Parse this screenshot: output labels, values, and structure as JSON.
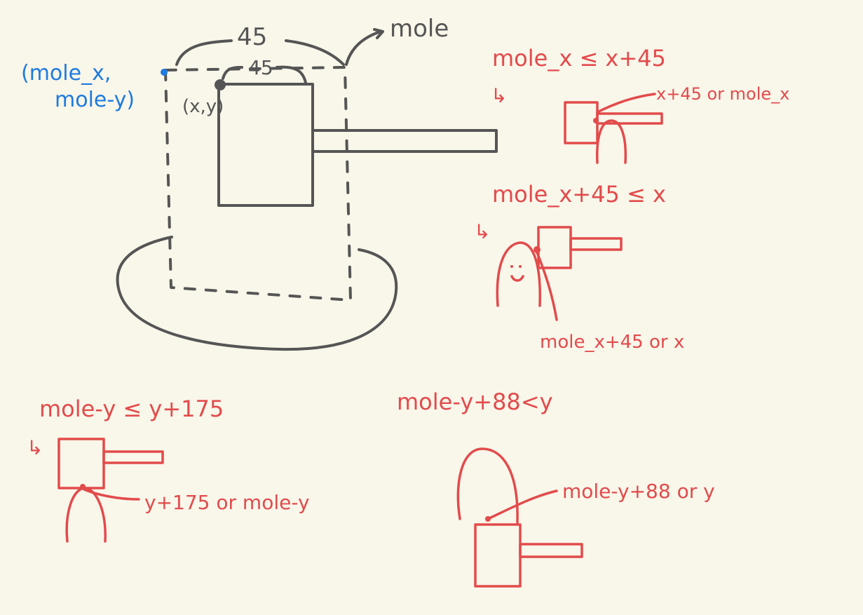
{
  "colors": {
    "background": "#f9f6ea",
    "ink_gray": "#555555",
    "ink_blue": "#1e7be0",
    "ink_red": "#e24b4b"
  },
  "main_diagram": {
    "mole_label": "mole",
    "mole_width_label": "45",
    "hammer_width_label": "45",
    "mole_coord_line1": "(mole_x,",
    "mole_coord_line2": "mole-y)",
    "hammer_coord": "(x,y)"
  },
  "case1": {
    "condition": "mole_x ≤ x+45",
    "arrow": "↳",
    "point_label": "x+45 or mole_x"
  },
  "case2": {
    "condition": "mole_x+45 ≤ x",
    "arrow": "↳",
    "point_label": "mole_x+45  or  x"
  },
  "case3": {
    "condition": "mole-y ≤ y+175",
    "arrow": "↳",
    "point_label": "y+175 or mole-y"
  },
  "case4": {
    "condition": "mole-y+88<y",
    "point_label": "mole-y+88 or y"
  }
}
